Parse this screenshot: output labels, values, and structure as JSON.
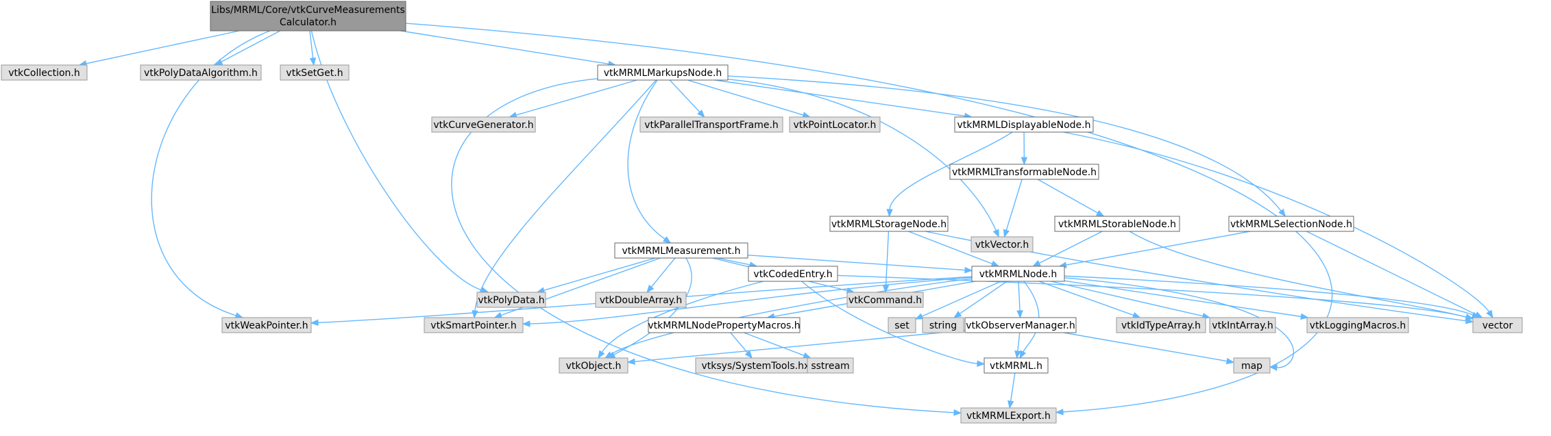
{
  "diagram": {
    "nodes": [
      {
        "id": "root",
        "label": "Libs/MRML/Core/vtkCurveMeasurements",
        "label2": "Calculator.h",
        "style": "main"
      },
      {
        "id": "vtkCollection",
        "label": "vtkCollection.h",
        "style": "ext"
      },
      {
        "id": "vtkPolyDataAlgorithm",
        "label": "vtkPolyDataAlgorithm.h",
        "style": "ext"
      },
      {
        "id": "vtkSetGet",
        "label": "vtkSetGet.h",
        "style": "ext"
      },
      {
        "id": "vtkMRMLMarkupsNode",
        "label": "vtkMRMLMarkupsNode.h",
        "style": "doc"
      },
      {
        "id": "vtkCurveGenerator",
        "label": "vtkCurveGenerator.h",
        "style": "ext"
      },
      {
        "id": "vtkParallelTransportFrame",
        "label": "vtkParallelTransportFrame.h",
        "style": "ext"
      },
      {
        "id": "vtkPointLocator",
        "label": "vtkPointLocator.h",
        "style": "ext"
      },
      {
        "id": "vtkMRMLDisplayableNode",
        "label": "vtkMRMLDisplayableNode.h",
        "style": "doc"
      },
      {
        "id": "vtkMRMLTransformableNode",
        "label": "vtkMRMLTransformableNode.h",
        "style": "doc"
      },
      {
        "id": "vtkMRMLMeasurement",
        "label": "vtkMRMLMeasurement.h",
        "style": "doc"
      },
      {
        "id": "vtkMRMLStorageNode",
        "label": "vtkMRMLStorageNode.h",
        "style": "doc"
      },
      {
        "id": "vtkVector",
        "label": "vtkVector.h",
        "style": "ext"
      },
      {
        "id": "vtkMRMLStorableNode",
        "label": "vtkMRMLStorableNode.h",
        "style": "doc"
      },
      {
        "id": "vtkMRMLSelectionNode",
        "label": "vtkMRMLSelectionNode.h",
        "style": "doc"
      },
      {
        "id": "vtkPolyData",
        "label": "vtkPolyData.h",
        "style": "ext"
      },
      {
        "id": "vtkDoubleArray",
        "label": "vtkDoubleArray.h",
        "style": "ext"
      },
      {
        "id": "vtkCodedEntry",
        "label": "vtkCodedEntry.h",
        "style": "doc"
      },
      {
        "id": "vtkCommand",
        "label": "vtkCommand.h",
        "style": "ext"
      },
      {
        "id": "vtkMRMLNode",
        "label": "vtkMRMLNode.h",
        "style": "doc"
      },
      {
        "id": "vtkWeakPointer",
        "label": "vtkWeakPointer.h",
        "style": "ext"
      },
      {
        "id": "vtkSmartPointer",
        "label": "vtkSmartPointer.h",
        "style": "ext"
      },
      {
        "id": "vtkMRMLNodePropertyMacros",
        "label": "vtkMRMLNodePropertyMacros.h",
        "style": "doc"
      },
      {
        "id": "set",
        "label": "set",
        "style": "ext"
      },
      {
        "id": "string",
        "label": "string",
        "style": "ext"
      },
      {
        "id": "vtkObserverManager",
        "label": "vtkObserverManager.h",
        "style": "doc"
      },
      {
        "id": "vtkIdTypeArray",
        "label": "vtkIdTypeArray.h",
        "style": "ext"
      },
      {
        "id": "vtkIntArray",
        "label": "vtkIntArray.h",
        "style": "ext"
      },
      {
        "id": "vtkLoggingMacros",
        "label": "vtkLoggingMacros.h",
        "style": "ext"
      },
      {
        "id": "vector",
        "label": "vector",
        "style": "ext"
      },
      {
        "id": "vtkObject",
        "label": "vtkObject.h",
        "style": "ext"
      },
      {
        "id": "vtksysSystemTools",
        "label": "vtksys/SystemTools.hxx",
        "style": "ext"
      },
      {
        "id": "sstream",
        "label": "sstream",
        "style": "ext"
      },
      {
        "id": "vtkMRML",
        "label": "vtkMRML.h",
        "style": "doc"
      },
      {
        "id": "map",
        "label": "map",
        "style": "ext"
      },
      {
        "id": "vtkMRMLExport",
        "label": "vtkMRMLExport.h",
        "style": "ext"
      }
    ],
    "colors": {
      "edge": "#63b8ff",
      "main_fill": "#999999",
      "doc_fill": "#ffffff",
      "ext_fill": "#e0e0e0"
    }
  }
}
